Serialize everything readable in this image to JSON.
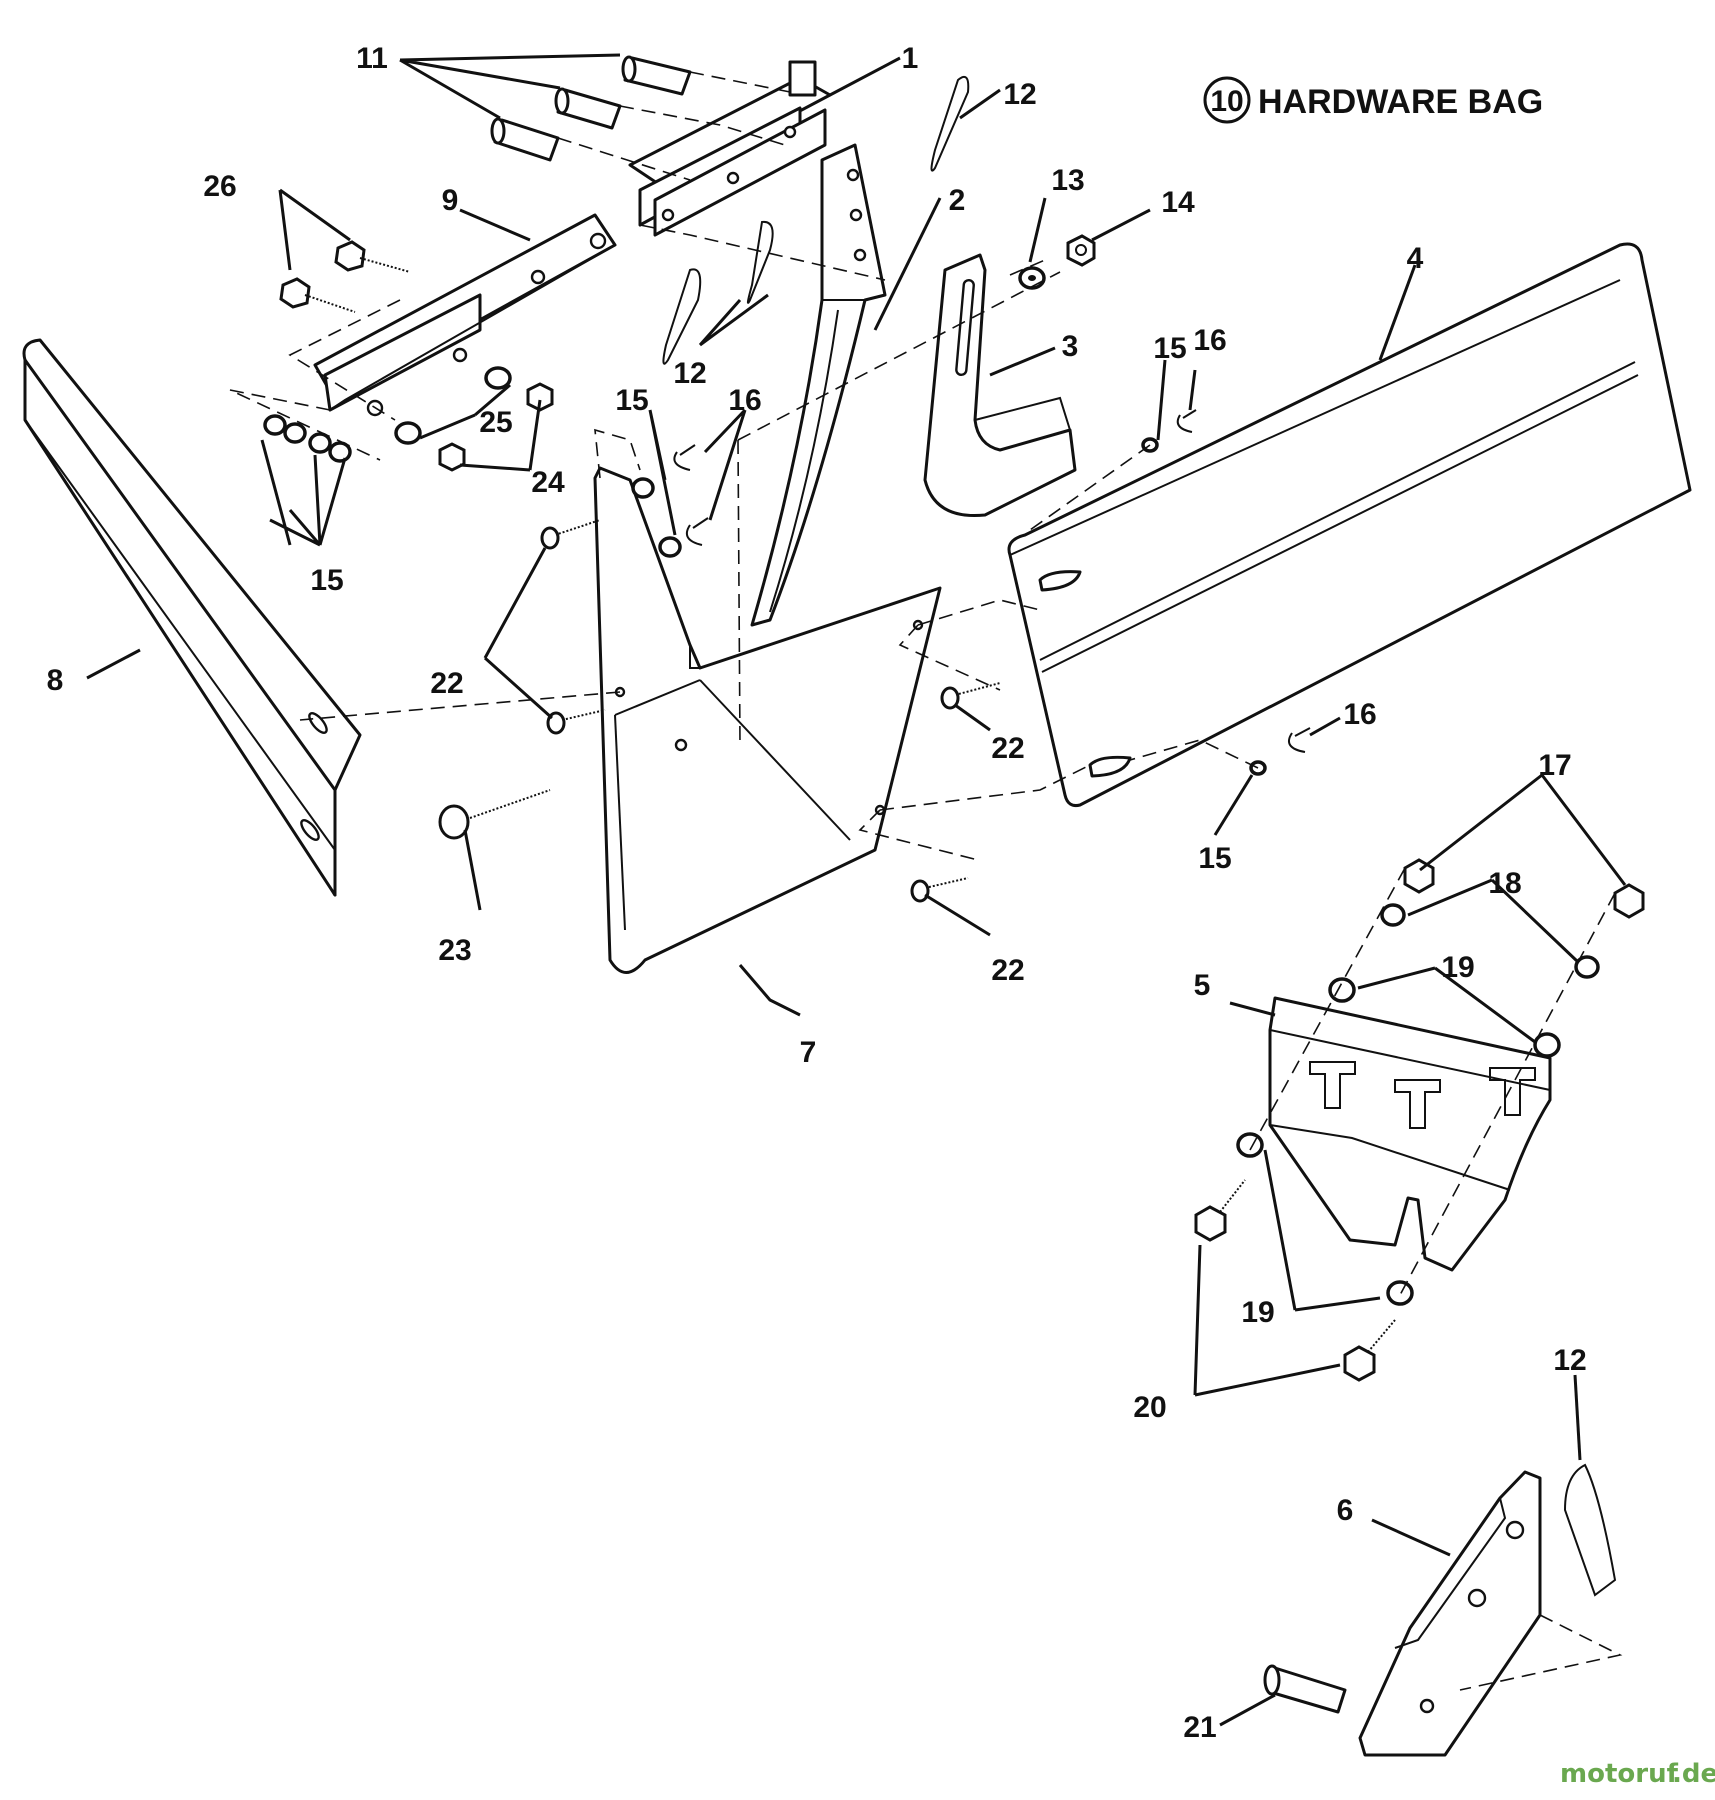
{
  "title": {
    "badge": "10",
    "text": "HARDWARE BAG"
  },
  "callouts": {
    "c1": "1",
    "c2": "2",
    "c3": "3",
    "c4": "4",
    "c5": "5",
    "c6": "6",
    "c7": "7",
    "c8": "8",
    "c9": "9",
    "c11": "11",
    "c12a": "12",
    "c12b": "12",
    "c12c": "12",
    "c13": "13",
    "c14": "14",
    "c15a": "15",
    "c15b": "15",
    "c15c": "15",
    "c15d": "15",
    "c16a": "16",
    "c16b": "16",
    "c16c": "16",
    "c17": "17",
    "c18": "18",
    "c19a": "19",
    "c19b": "19",
    "c20": "20",
    "c21": "21",
    "c22a": "22",
    "c22b": "22",
    "c22c": "22",
    "c23": "23",
    "c24": "24",
    "c25": "25",
    "c26": "26"
  },
  "watermark": {
    "text_main": "motoruf",
    "text_suffix": ".de",
    "color_main": "#6aa84f",
    "color_dot": "#c0392b"
  }
}
